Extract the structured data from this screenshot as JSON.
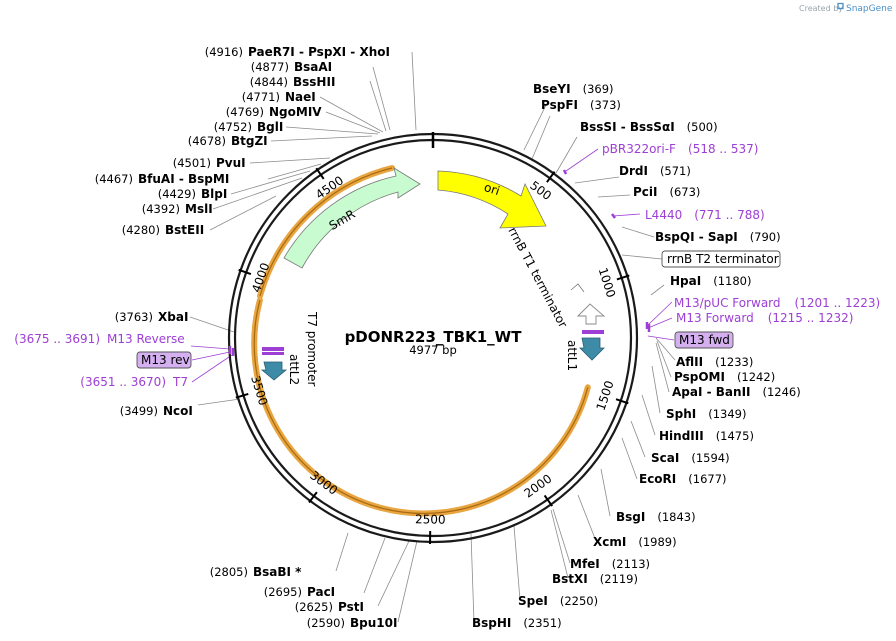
{
  "watermark": {
    "created_by": "Created by",
    "brand": "SnapGene"
  },
  "plasmid": {
    "name": "pDONR223_TBK1_WT",
    "size_label": "4977 bp"
  },
  "ticks": [
    "500",
    "1000",
    "1500",
    "2000",
    "2500",
    "3000",
    "3500",
    "4000",
    "4500"
  ],
  "features": {
    "ori": "ori",
    "smr": "SmR",
    "rrnb_t1": "rrnB T1 terminator",
    "attl1": "attL1",
    "attl2": "attL2",
    "t7_promoter": "T7 promoter",
    "rrnb_t2": "rrnB T2 terminator",
    "m13_fwd": "M13 fwd",
    "m13_rev": "M13 rev"
  },
  "left_sites": [
    {
      "pos": "(4916)",
      "names": [
        "PaeR7I",
        "PspXI",
        "XhoI"
      ]
    },
    {
      "pos": "(4877)",
      "names": [
        "BsaAI"
      ]
    },
    {
      "pos": "(4844)",
      "names": [
        "BssHII"
      ]
    },
    {
      "pos": "(4771)",
      "names": [
        "NaeI"
      ]
    },
    {
      "pos": "(4769)",
      "names": [
        "NgoMIV"
      ]
    },
    {
      "pos": "(4752)",
      "names": [
        "BglI"
      ]
    },
    {
      "pos": "(4678)",
      "names": [
        "BtgZI"
      ]
    },
    {
      "pos": "(4501)",
      "names": [
        "PvuI"
      ]
    },
    {
      "pos": "(4467)",
      "names": [
        "BfuAI",
        "BspMI"
      ]
    },
    {
      "pos": "(4429)",
      "names": [
        "BlpI"
      ]
    },
    {
      "pos": "(4392)",
      "names": [
        "MslI"
      ]
    },
    {
      "pos": "(4280)",
      "names": [
        "BstEII"
      ]
    },
    {
      "pos": "(3763)",
      "names": [
        "XbaI"
      ]
    },
    {
      "pos": "(3499)",
      "names": [
        "NcoI"
      ]
    }
  ],
  "right_sites": [
    {
      "pos": "(369)",
      "names": [
        "BseYI"
      ]
    },
    {
      "pos": "(373)",
      "names": [
        "PspFI"
      ]
    },
    {
      "pos": "(500)",
      "names": [
        "BssSI",
        "BssSαI"
      ]
    },
    {
      "pos": "(571)",
      "names": [
        "DrdI"
      ]
    },
    {
      "pos": "(673)",
      "names": [
        "PciI"
      ]
    },
    {
      "pos": "(790)",
      "names": [
        "BspQI",
        "SapI"
      ]
    },
    {
      "pos": "(1180)",
      "names": [
        "HpaI"
      ]
    },
    {
      "pos": "(1233)",
      "names": [
        "AflII"
      ]
    },
    {
      "pos": "(1242)",
      "names": [
        "PspOMI"
      ]
    },
    {
      "pos": "(1246)",
      "names": [
        "ApaI",
        "BanII"
      ]
    },
    {
      "pos": "(1349)",
      "names": [
        "SphI"
      ]
    },
    {
      "pos": "(1475)",
      "names": [
        "HindIII"
      ]
    },
    {
      "pos": "(1594)",
      "names": [
        "ScaI"
      ]
    },
    {
      "pos": "(1677)",
      "names": [
        "EcoRI"
      ]
    },
    {
      "pos": "(1843)",
      "names": [
        "BsgI"
      ]
    },
    {
      "pos": "(1989)",
      "names": [
        "XcmI"
      ]
    },
    {
      "pos": "(2113)",
      "names": [
        "MfeI"
      ]
    },
    {
      "pos": "(2119)",
      "names": [
        "BstXI"
      ]
    },
    {
      "pos": "(2250)",
      "names": [
        "SpeI"
      ]
    },
    {
      "pos": "(2351)",
      "names": [
        "BspHI"
      ]
    }
  ],
  "bottom_left_sites": [
    {
      "pos": "(2805)",
      "names": [
        "BsaBI *"
      ]
    },
    {
      "pos": "(2695)",
      "names": [
        "PacI"
      ]
    },
    {
      "pos": "(2625)",
      "names": [
        "PstI"
      ]
    },
    {
      "pos": "(2590)",
      "names": [
        "Bpu10I"
      ]
    }
  ],
  "primers": [
    {
      "label": "pBR322ori-F",
      "range": "(518 .. 537)"
    },
    {
      "label": "L4440",
      "range": "(771 .. 788)"
    },
    {
      "label": "M13/pUC Forward",
      "range": "(1201 .. 1223)"
    },
    {
      "label": "M13 Forward",
      "range": "(1215 .. 1232)"
    },
    {
      "label": "M13 Reverse",
      "range": "(3675 .. 3691)"
    },
    {
      "label": "T7",
      "range": "(3651 .. 3670)"
    }
  ],
  "colors": {
    "ori": "#ffff00",
    "smr": "#c8fcd0",
    "attl": "#3d8ba6",
    "primer": "#9d3fd4",
    "primer_box": "#d4b0f0",
    "insert": "#e8a540",
    "backbone": "#1a1a1a"
  }
}
